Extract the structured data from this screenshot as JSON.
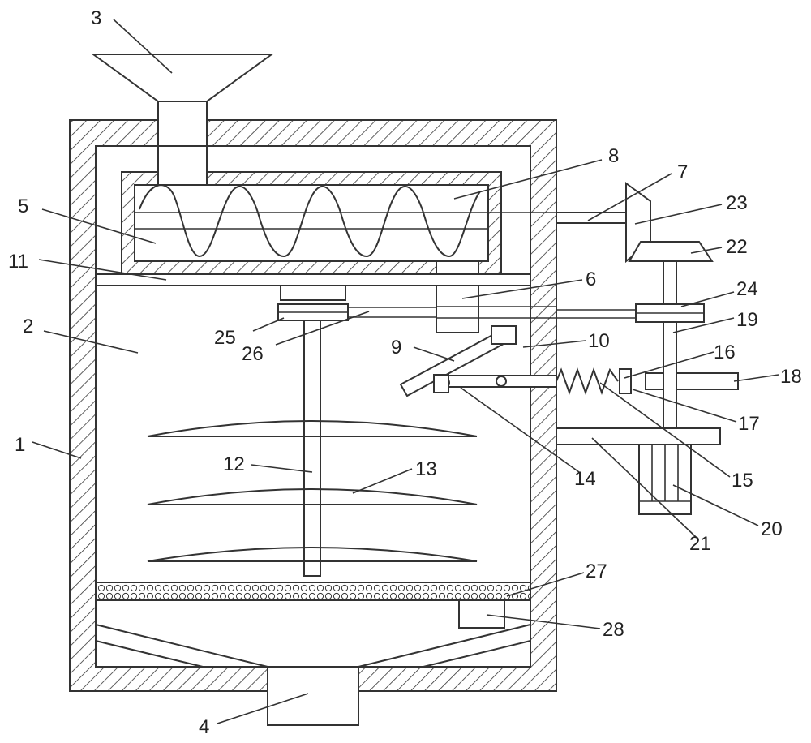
{
  "labels": {
    "l1": "1",
    "l2": "2",
    "l3": "3",
    "l4": "4",
    "l5": "5",
    "l6": "6",
    "l7": "7",
    "l8": "8",
    "l9": "9",
    "l10": "10",
    "l11": "11",
    "l12": "12",
    "l13": "13",
    "l14": "14",
    "l15": "15",
    "l16": "16",
    "l17": "17",
    "l18": "18",
    "l19": "19",
    "l20": "20",
    "l21": "21",
    "l22": "22",
    "l23": "23",
    "l24": "24",
    "l25": "25",
    "l26": "26",
    "l27": "27",
    "l28": "28"
  },
  "colors": {
    "stroke": "#333333",
    "background": "#ffffff"
  }
}
